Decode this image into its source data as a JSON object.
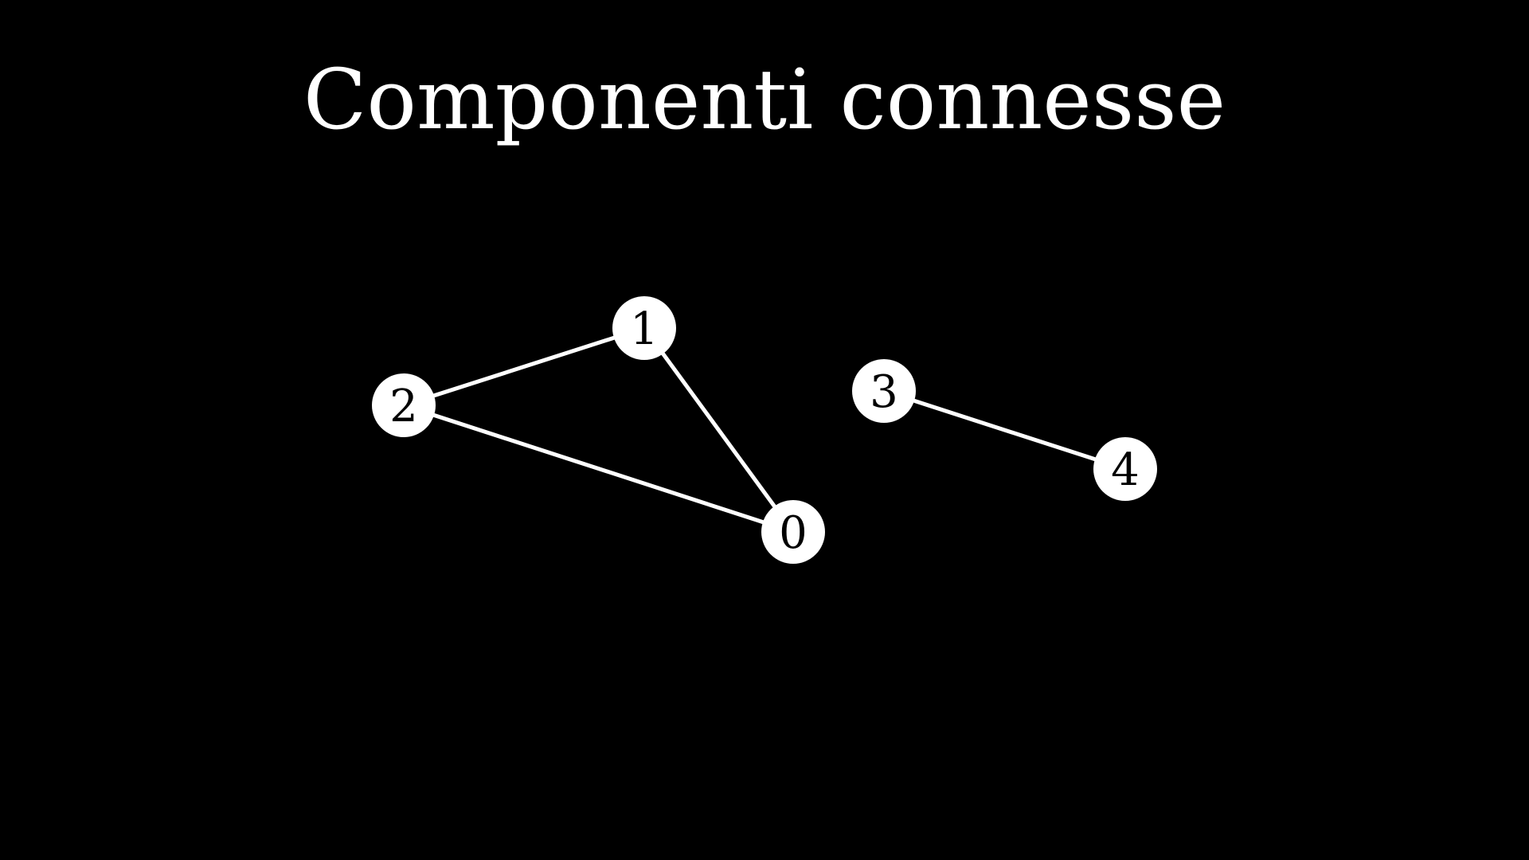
{
  "title": "Componenti connesse",
  "colors": {
    "background": "#000000",
    "node_fill": "#ffffff",
    "node_label": "#000000",
    "edge": "#ffffff",
    "title": "#ffffff"
  },
  "graph": {
    "nodes": [
      {
        "id": "0",
        "label": "0"
      },
      {
        "id": "1",
        "label": "1"
      },
      {
        "id": "2",
        "label": "2"
      },
      {
        "id": "3",
        "label": "3"
      },
      {
        "id": "4",
        "label": "4"
      }
    ],
    "edges": [
      {
        "from": "2",
        "to": "1"
      },
      {
        "from": "1",
        "to": "0"
      },
      {
        "from": "2",
        "to": "0"
      },
      {
        "from": "3",
        "to": "4"
      }
    ]
  }
}
